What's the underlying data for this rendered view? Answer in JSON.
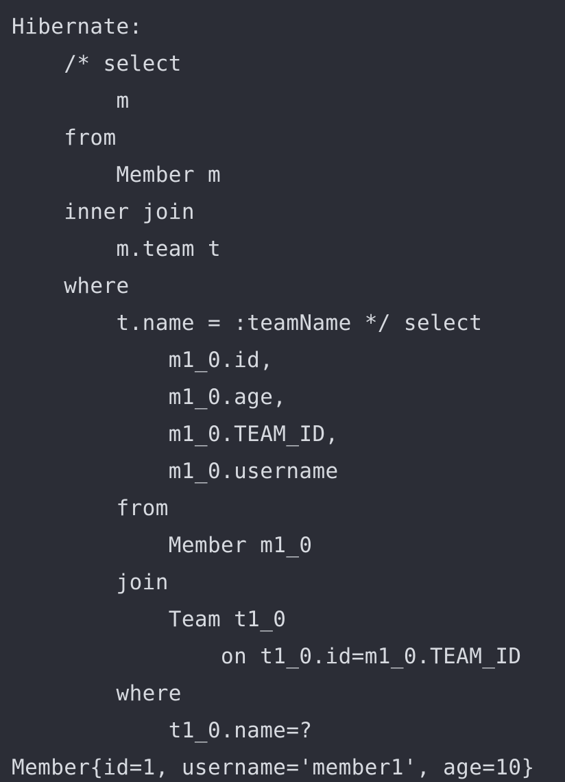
{
  "console": {
    "lines": [
      "Hibernate:",
      "    /* select",
      "        m",
      "    from",
      "        Member m",
      "    inner join",
      "        m.team t",
      "    where",
      "        t.name = :teamName */ select",
      "            m1_0.id,",
      "            m1_0.age,",
      "            m1_0.TEAM_ID,",
      "            m1_0.username",
      "        from",
      "            Member m1_0",
      "        join",
      "            Team t1_0",
      "                on t1_0.id=m1_0.TEAM_ID",
      "        where",
      "            t1_0.name=?",
      "Member{id=1, username='member1', age=10}"
    ]
  }
}
